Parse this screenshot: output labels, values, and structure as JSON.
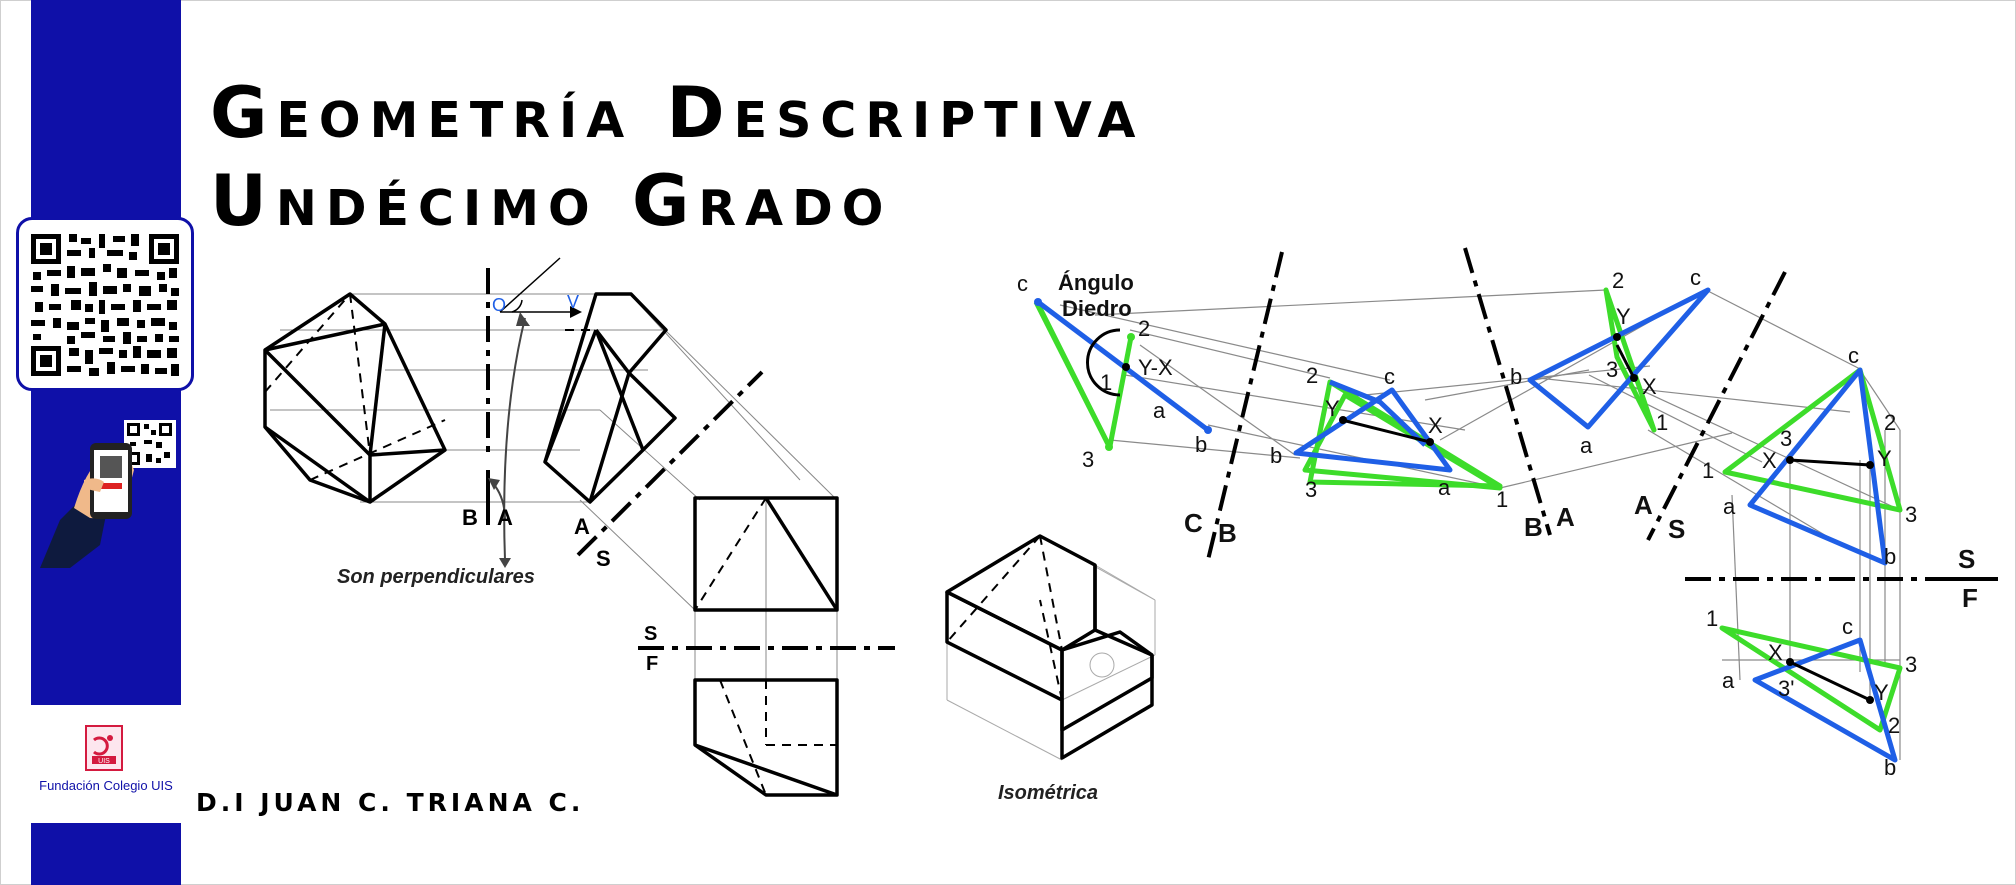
{
  "header": {
    "title_line1": "Geometría Descriptiva",
    "title_line2": "Undécimo Grado"
  },
  "footer": {
    "author": "D.I JUAN C. TRIANA C.",
    "institution": "Fundación Colegio UIS"
  },
  "captions": {
    "perpendicular": "Son perpendiculares",
    "isometric": "Isométrica",
    "dihedral_angle_1": "Ángulo",
    "dihedral_angle_2": "Diedro"
  },
  "labels": {
    "left": {
      "b": "B",
      "a": "A",
      "o": "O",
      "v": "V",
      "a2": "A",
      "s": "S",
      "s2": "S",
      "f": "F"
    },
    "right": {
      "c1": "C",
      "b1": "B",
      "b2": "B",
      "a1": "A",
      "a2": "A",
      "s1": "S",
      "s2": "S",
      "f": "F",
      "yx": "Y-X",
      "one": "1",
      "two": "2",
      "three": "3",
      "a": "a",
      "b": "b",
      "c": "c",
      "x": "X",
      "y": "Y",
      "three_prime": "3'"
    }
  },
  "colors": {
    "sidebar": "#0f10a8",
    "line_green": "#3ddc2a",
    "line_blue": "#1f5fe6",
    "projection": "#8a8a8a"
  },
  "icons": [
    "qr-code-icon",
    "hand-phone-icon",
    "uis-logo-icon"
  ]
}
